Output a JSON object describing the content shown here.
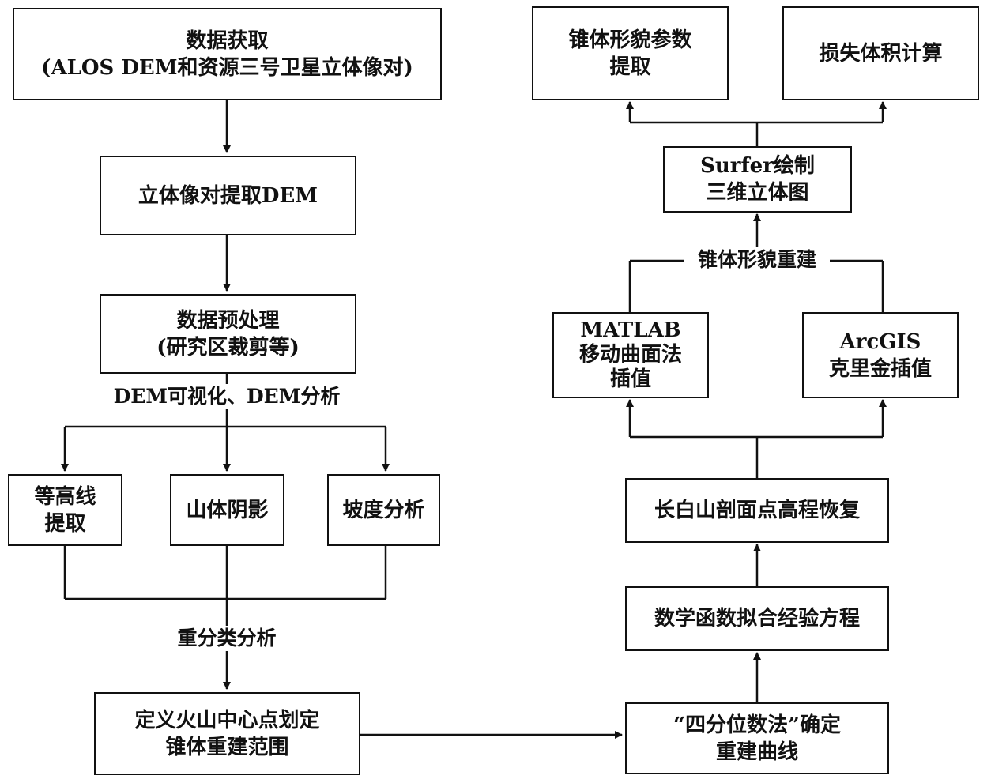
{
  "nodes": {
    "data_acquisition": {
      "line1": "数据获取",
      "line2": "(ALOS DEM和资源三号卫星立体像对)"
    },
    "stereo_dem": {
      "line1": "立体像对提取DEM"
    },
    "preprocessing": {
      "line1": "数据预处理",
      "line2": "(研究区裁剪等)"
    },
    "contour": {
      "line1": "等高线",
      "line2": "提取"
    },
    "hillshade": {
      "line1": "山体阴影"
    },
    "slope": {
      "line1": "坡度分析"
    },
    "define_center": {
      "line1": "定义火山中心点划定",
      "line2": "锥体重建范围"
    },
    "quartile": {
      "line1": "“四分位数法”确定",
      "line2": "重建曲线"
    },
    "math_fit": {
      "line1": "数学函数拟合经验方程"
    },
    "restore_elev": {
      "line1": "长白山剖面点高程恢复"
    },
    "matlab": {
      "line1": "MATLAB",
      "line2": "移动曲面法",
      "line3": "插值"
    },
    "arcgis": {
      "line1": "ArcGIS",
      "line2": "克里金插值"
    },
    "surfer": {
      "line1": "Surfer绘制",
      "line2": "三维立体图"
    },
    "cone_params": {
      "line1": "锥体形貌参数",
      "line2": "提取"
    },
    "volume_loss": {
      "line1": "损失体积计算"
    }
  },
  "labels": {
    "dem_analysis": "DEM可视化、DEM分析",
    "reclassify": "重分类分析",
    "cone_rebuild": "锥体形貌重建"
  },
  "colors": {
    "line": "#111111",
    "fill": "#ffffff",
    "text": "#111111"
  }
}
